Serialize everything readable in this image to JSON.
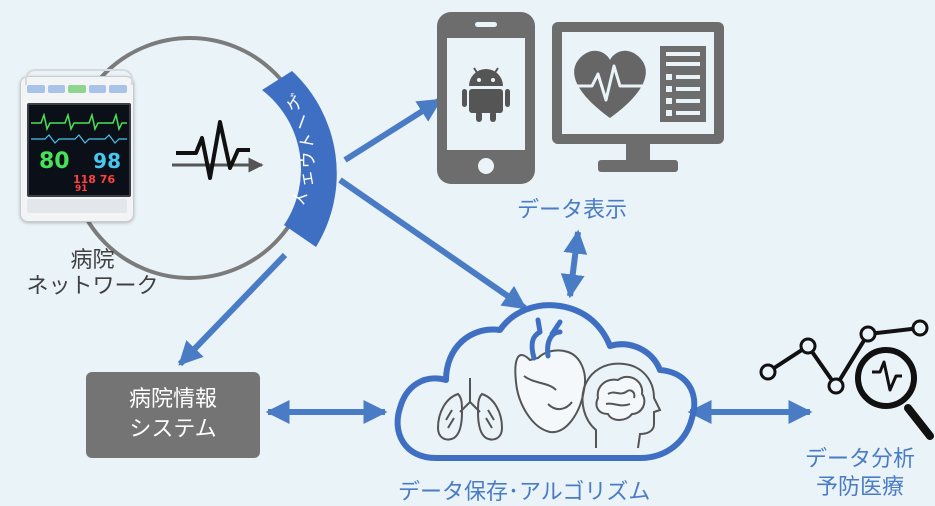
{
  "labels": {
    "hospital_network": [
      "病院",
      "ネットワーク"
    ],
    "gateway": "ゲートウェイ",
    "data_display": "データ表示",
    "his": [
      "病院情報",
      "システム"
    ],
    "data_storage": "データ保存･アルゴリズム",
    "analytics": [
      "データ分析",
      "予防医療"
    ]
  },
  "monitor_screen": {
    "hr": "80",
    "spo2": "98",
    "nibp": "118 76",
    "nibp_mean": "91"
  },
  "icons": [
    "patient-monitor-icon",
    "ecg-waveform-icon",
    "android-phone-icon",
    "heart-monitor-display-icon",
    "cloud-icon",
    "lungs-icon",
    "heart-icon",
    "brain-icon",
    "analytics-chart-icon",
    "magnifier-icon"
  ],
  "colors": {
    "accent": "#4a7cc6",
    "gray_icon": "#6d6d6d",
    "his_box": "#747474",
    "background": "#eaf3f7"
  }
}
